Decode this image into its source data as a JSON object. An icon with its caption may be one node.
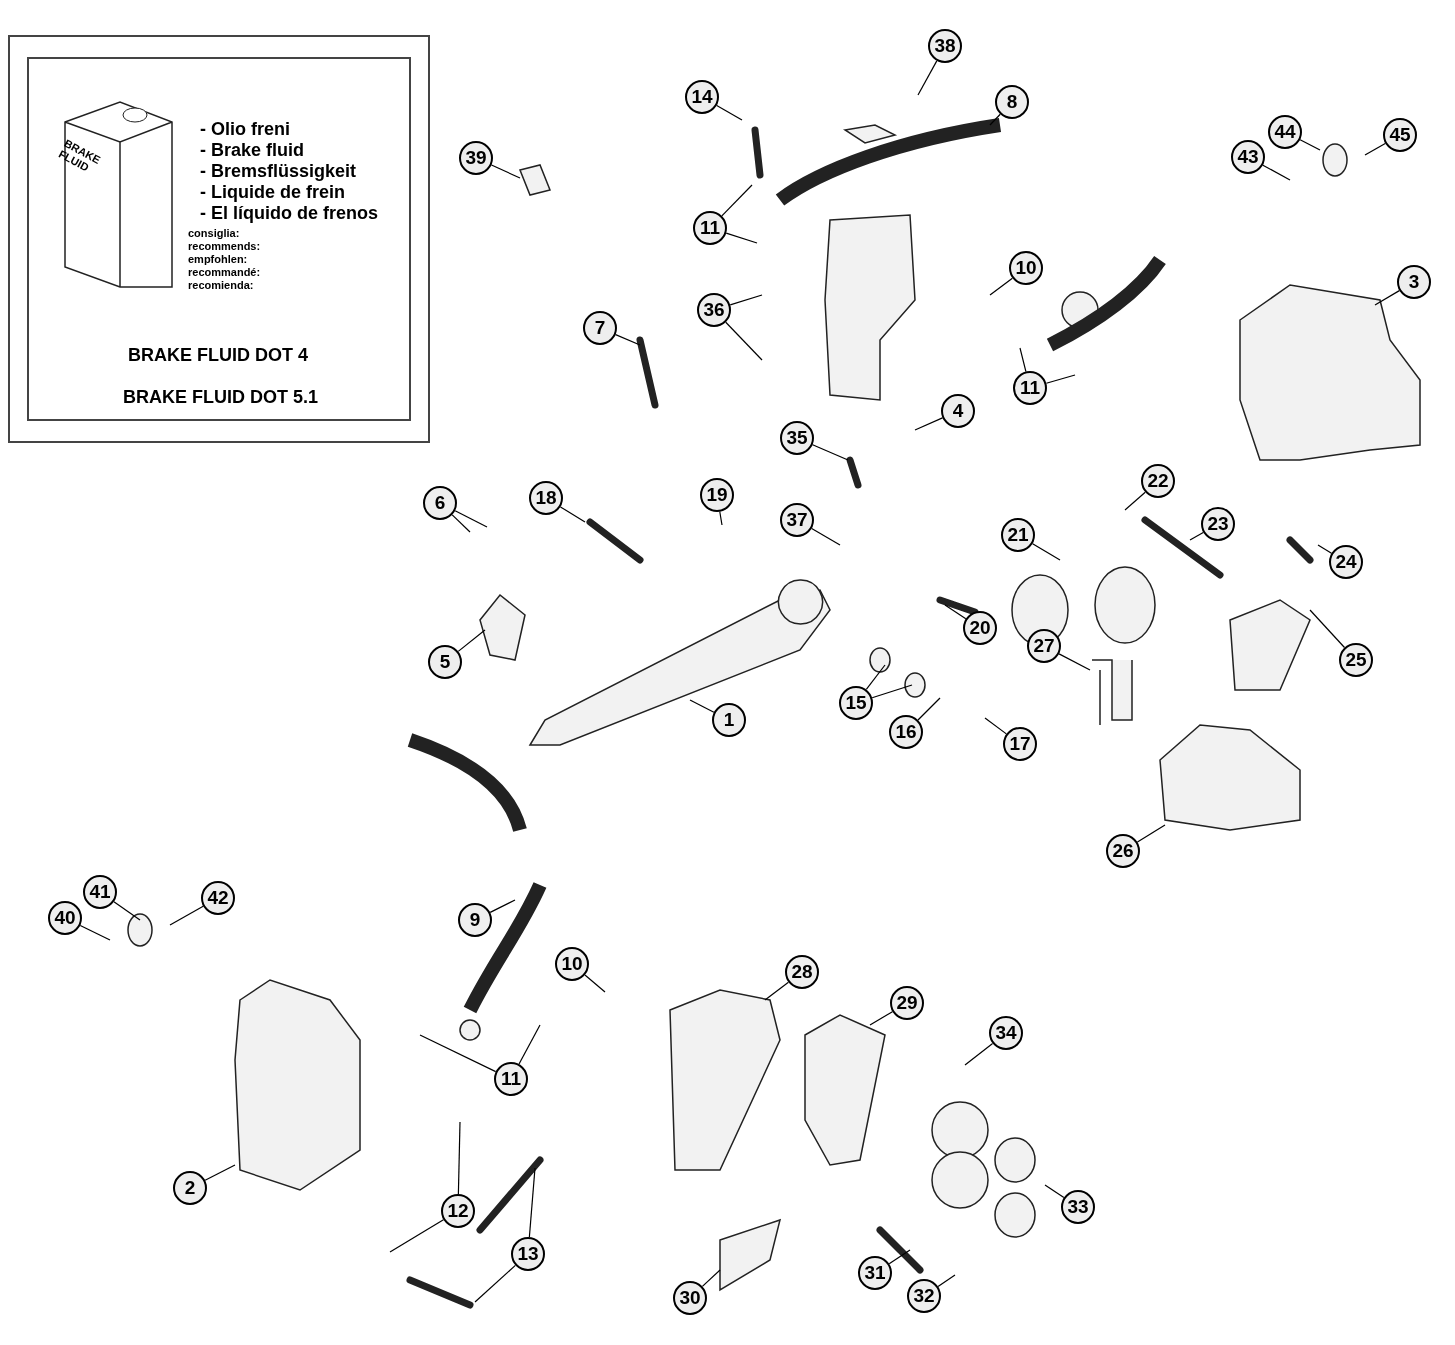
{
  "diagram": {
    "nodes": [
      {
        "text": [
          "BRAKE FLUID",
          "- Olio freni",
          "- Brake fluid",
          "- Bremsflüssigkeit",
          "- Liquide de frein",
          "- El líquido de frenos",
          "consiglia:",
          "recommends:",
          "empfohlen:",
          "recommandé:",
          "recomienda:",
          "BRAKE FLUID DOT 4",
          "BRAKE FLUID DOT 5.1"
        ]
      },
      {
        "text": [
          "38"
        ]
      },
      {
        "text": [
          "14"
        ]
      },
      {
        "text": [
          "8"
        ]
      },
      {
        "text": [
          "39"
        ]
      },
      {
        "text": [
          "44"
        ]
      },
      {
        "text": [
          "45"
        ]
      },
      {
        "text": [
          "43"
        ]
      },
      {
        "text": [
          "11"
        ]
      },
      {
        "text": [
          "10"
        ]
      },
      {
        "text": [
          "36"
        ]
      },
      {
        "text": [
          "3"
        ]
      },
      {
        "text": [
          "7"
        ]
      },
      {
        "text": [
          "4"
        ]
      },
      {
        "text": [
          "11"
        ]
      },
      {
        "text": [
          "35"
        ]
      },
      {
        "text": [
          "22"
        ]
      },
      {
        "text": [
          "18"
        ]
      },
      {
        "text": [
          "19"
        ]
      },
      {
        "text": [
          "6"
        ]
      },
      {
        "text": [
          "37"
        ]
      },
      {
        "text": [
          "23"
        ]
      },
      {
        "text": [
          "21"
        ]
      },
      {
        "text": [
          "24"
        ]
      },
      {
        "text": [
          "20"
        ]
      },
      {
        "text": [
          "27"
        ]
      },
      {
        "text": [
          "5"
        ]
      },
      {
        "text": [
          "25"
        ]
      },
      {
        "text": [
          "15"
        ]
      },
      {
        "text": [
          "1"
        ]
      },
      {
        "text": [
          "16"
        ]
      },
      {
        "text": [
          "17"
        ]
      },
      {
        "text": [
          "26"
        ]
      },
      {
        "text": [
          "41"
        ]
      },
      {
        "text": [
          "42"
        ]
      },
      {
        "text": [
          "40"
        ]
      },
      {
        "text": [
          "9"
        ]
      },
      {
        "text": [
          "10"
        ]
      },
      {
        "text": [
          "28"
        ]
      },
      {
        "text": [
          "29"
        ]
      },
      {
        "text": [
          "34"
        ]
      },
      {
        "text": [
          "11"
        ]
      },
      {
        "text": [
          "2"
        ]
      },
      {
        "text": [
          "12"
        ]
      },
      {
        "text": [
          "33"
        ]
      },
      {
        "text": [
          "13"
        ]
      },
      {
        "text": [
          "31"
        ]
      },
      {
        "text": [
          "30"
        ]
      },
      {
        "text": [
          "32"
        ]
      }
    ],
    "edges": [
      {
        "from": 1,
        "to": null,
        "arrow": "none"
      },
      {
        "from": 2,
        "to": null,
        "arrow": "none"
      },
      {
        "from": 3,
        "to": null,
        "arrow": "none"
      },
      {
        "from": 4,
        "to": null,
        "arrow": "none"
      },
      {
        "from": 5,
        "to": null,
        "arrow": "none"
      },
      {
        "from": 6,
        "to": null,
        "arrow": "none"
      },
      {
        "from": 7,
        "to": null,
        "arrow": "none"
      },
      {
        "from": 8,
        "to": null,
        "arrow": "none"
      },
      {
        "from": 8,
        "to": null,
        "arrow": "none"
      },
      {
        "from": 9,
        "to": null,
        "arrow": "none"
      },
      {
        "from": 10,
        "to": null,
        "arrow": "none"
      },
      {
        "from": 10,
        "to": null,
        "arrow": "none"
      },
      {
        "from": 11,
        "to": null,
        "arrow": "none"
      },
      {
        "from": 12,
        "to": null,
        "arrow": "none"
      },
      {
        "from": 13,
        "to": null,
        "arrow": "none"
      },
      {
        "from": 14,
        "to": null,
        "arrow": "none"
      },
      {
        "from": 14,
        "to": null,
        "arrow": "none"
      },
      {
        "from": 15,
        "to": null,
        "arrow": "none"
      },
      {
        "from": 16,
        "to": null,
        "arrow": "none"
      },
      {
        "from": 17,
        "to": null,
        "arrow": "none"
      },
      {
        "from": 18,
        "to": null,
        "arrow": "none"
      },
      {
        "from": 19,
        "to": null,
        "arrow": "none"
      },
      {
        "from": 19,
        "to": null,
        "arrow": "none"
      },
      {
        "from": 20,
        "to": null,
        "arrow": "none"
      },
      {
        "from": 21,
        "to": null,
        "arrow": "none"
      },
      {
        "from": 22,
        "to": null,
        "arrow": "none"
      },
      {
        "from": 23,
        "to": null,
        "arrow": "none"
      },
      {
        "from": 24,
        "to": null,
        "arrow": "none"
      },
      {
        "from": 25,
        "to": null,
        "arrow": "none"
      },
      {
        "from": 26,
        "to": null,
        "arrow": "none"
      },
      {
        "from": 27,
        "to": null,
        "arrow": "none"
      },
      {
        "from": 28,
        "to": null,
        "arrow": "none"
      },
      {
        "from": 28,
        "to": null,
        "arrow": "none"
      },
      {
        "from": 29,
        "to": null,
        "arrow": "none"
      },
      {
        "from": 30,
        "to": null,
        "arrow": "none"
      },
      {
        "from": 31,
        "to": null,
        "arrow": "none"
      },
      {
        "from": 32,
        "to": null,
        "arrow": "none"
      },
      {
        "from": 33,
        "to": null,
        "arrow": "none"
      },
      {
        "from": 34,
        "to": null,
        "arrow": "none"
      },
      {
        "from": 35,
        "to": null,
        "arrow": "none"
      },
      {
        "from": 36,
        "to": null,
        "arrow": "none"
      },
      {
        "from": 37,
        "to": null,
        "arrow": "none"
      },
      {
        "from": 38,
        "to": null,
        "arrow": "none"
      },
      {
        "from": 39,
        "to": null,
        "arrow": "none"
      },
      {
        "from": 40,
        "to": null,
        "arrow": "none"
      },
      {
        "from": 41,
        "to": null,
        "arrow": "none"
      },
      {
        "from": 41,
        "to": null,
        "arrow": "none"
      },
      {
        "from": 42,
        "to": null,
        "arrow": "none"
      },
      {
        "from": 43,
        "to": null,
        "arrow": "none"
      },
      {
        "from": 43,
        "to": null,
        "arrow": "none"
      },
      {
        "from": 44,
        "to": null,
        "arrow": "none"
      },
      {
        "from": 45,
        "to": null,
        "arrow": "none"
      },
      {
        "from": 45,
        "to": null,
        "arrow": "none"
      },
      {
        "from": 46,
        "to": null,
        "arrow": "none"
      },
      {
        "from": 47,
        "to": null,
        "arrow": "none"
      },
      {
        "from": 48,
        "to": null,
        "arrow": "none"
      }
    ]
  }
}
